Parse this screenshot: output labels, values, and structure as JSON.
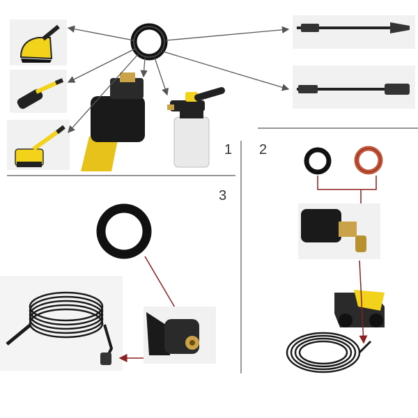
{
  "section_numbers": {
    "one": "1",
    "two": "2",
    "three": "3"
  },
  "colors": {
    "background": "#ffffff",
    "divider": "#555555",
    "arrow_gray": "#555555",
    "arrow_red": "#8b1e1e",
    "oring_black": "#111111",
    "oring_red": "#c2553a",
    "accent_yellow": "#f2d21b",
    "hose_black": "#1a1a1a",
    "brass": "#c9a24a",
    "tile_bg": "#f1f1f1"
  },
  "sections": [
    {
      "number": "1",
      "items": [
        "o-ring",
        "wash-brush-round",
        "wash-brush-long",
        "scrub-brush",
        "hose-connector",
        "foam-cannon",
        "spray-lance-nozzle",
        "spray-lance-straight"
      ]
    },
    {
      "number": "2",
      "items": [
        "o-ring-black",
        "o-ring-red",
        "brass-coupling",
        "pressure-washer-with-hose"
      ]
    },
    {
      "number": "3",
      "items": [
        "o-ring-large",
        "coiled-hose",
        "hose-fitting-closeup"
      ]
    }
  ]
}
